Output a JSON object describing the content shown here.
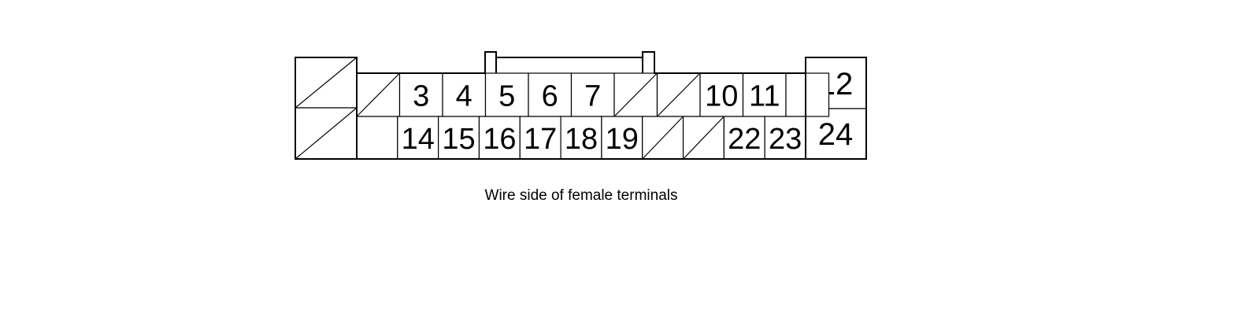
{
  "connector": {
    "top_row": [
      {
        "label": "",
        "blocked": true
      },
      {
        "label": "3",
        "blocked": false
      },
      {
        "label": "4",
        "blocked": false
      },
      {
        "label": "5",
        "blocked": false
      },
      {
        "label": "6",
        "blocked": false
      },
      {
        "label": "7",
        "blocked": false
      },
      {
        "label": "",
        "blocked": true
      },
      {
        "label": "",
        "blocked": true
      },
      {
        "label": "10",
        "blocked": false
      },
      {
        "label": "11",
        "blocked": false
      },
      {
        "label": "",
        "blocked": false
      }
    ],
    "bottom_row": [
      {
        "label": "",
        "blocked": false
      },
      {
        "label": "14",
        "blocked": false
      },
      {
        "label": "15",
        "blocked": false
      },
      {
        "label": "16",
        "blocked": false
      },
      {
        "label": "17",
        "blocked": false
      },
      {
        "label": "18",
        "blocked": false
      },
      {
        "label": "19",
        "blocked": false
      },
      {
        "label": "",
        "blocked": true
      },
      {
        "label": "",
        "blocked": true
      },
      {
        "label": "22",
        "blocked": false
      },
      {
        "label": "23",
        "blocked": false
      }
    ],
    "right_top_label": "12",
    "right_bottom_label": "24"
  },
  "caption": "Wire side of female terminals"
}
